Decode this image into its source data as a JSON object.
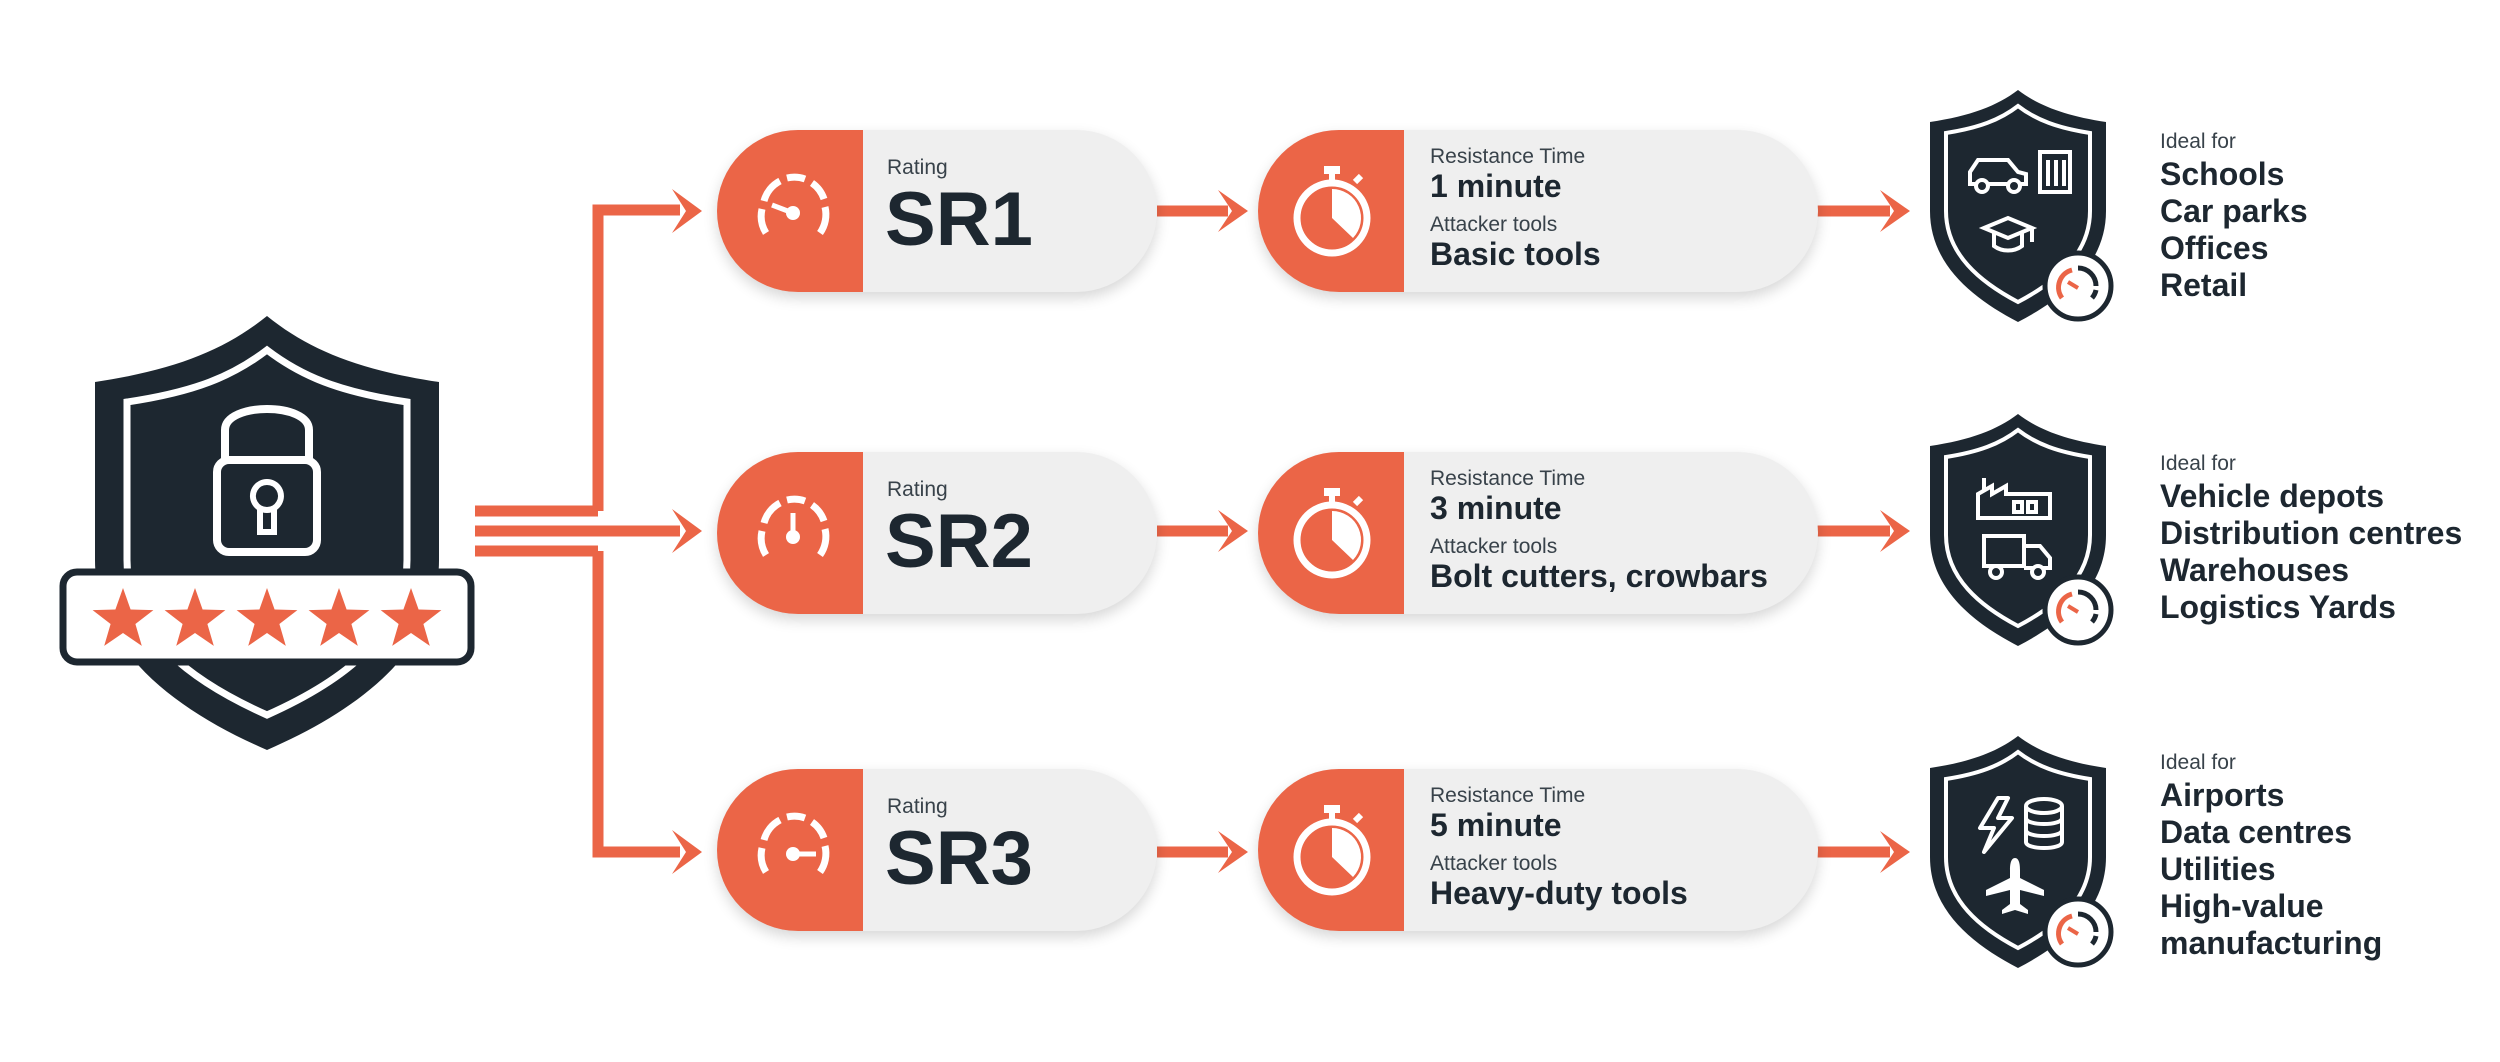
{
  "ratings": [
    {
      "rating_label": "Rating",
      "rating": "SR1",
      "resistance_label": "Resistance Time",
      "resistance": "1 minute",
      "tools_label": "Attacker tools",
      "tools": "Basic tools",
      "ideal_label": "Ideal for",
      "ideal": [
        "Schools",
        "Car parks",
        "Offices",
        "Retail"
      ],
      "shield_icons": [
        "car-icon",
        "building-icon",
        "graduation-cap-icon",
        "speedometer-icon"
      ]
    },
    {
      "rating_label": "Rating",
      "rating": "SR2",
      "resistance_label": "Resistance Time",
      "resistance": "3 minute",
      "tools_label": "Attacker tools",
      "tools": "Bolt cutters, crowbars",
      "ideal_label": "Ideal for",
      "ideal": [
        "Vehicle depots",
        "Distribution centres",
        "Warehouses",
        "Logistics Yards"
      ],
      "shield_icons": [
        "factory-icon",
        "truck-icon",
        "speedometer-icon"
      ]
    },
    {
      "rating_label": "Rating",
      "rating": "SR3",
      "resistance_label": "Resistance Time",
      "resistance": "5 minute",
      "tools_label": "Attacker tools",
      "tools": "Heavy-duty tools",
      "ideal_label": "Ideal for",
      "ideal": [
        "Airports",
        "Data centres",
        "Utilities",
        "High-value",
        "manufacturing"
      ],
      "shield_icons": [
        "lightning-icon",
        "database-icon",
        "airplane-icon",
        "speedometer-icon"
      ]
    }
  ],
  "main_shield": {
    "icons": [
      "lock-icon",
      "star-icon"
    ],
    "stars": 5
  },
  "colors": {
    "accent": "#eb6547",
    "dark": "#1d2730",
    "pill": "#efefef",
    "white": "#ffffff"
  }
}
